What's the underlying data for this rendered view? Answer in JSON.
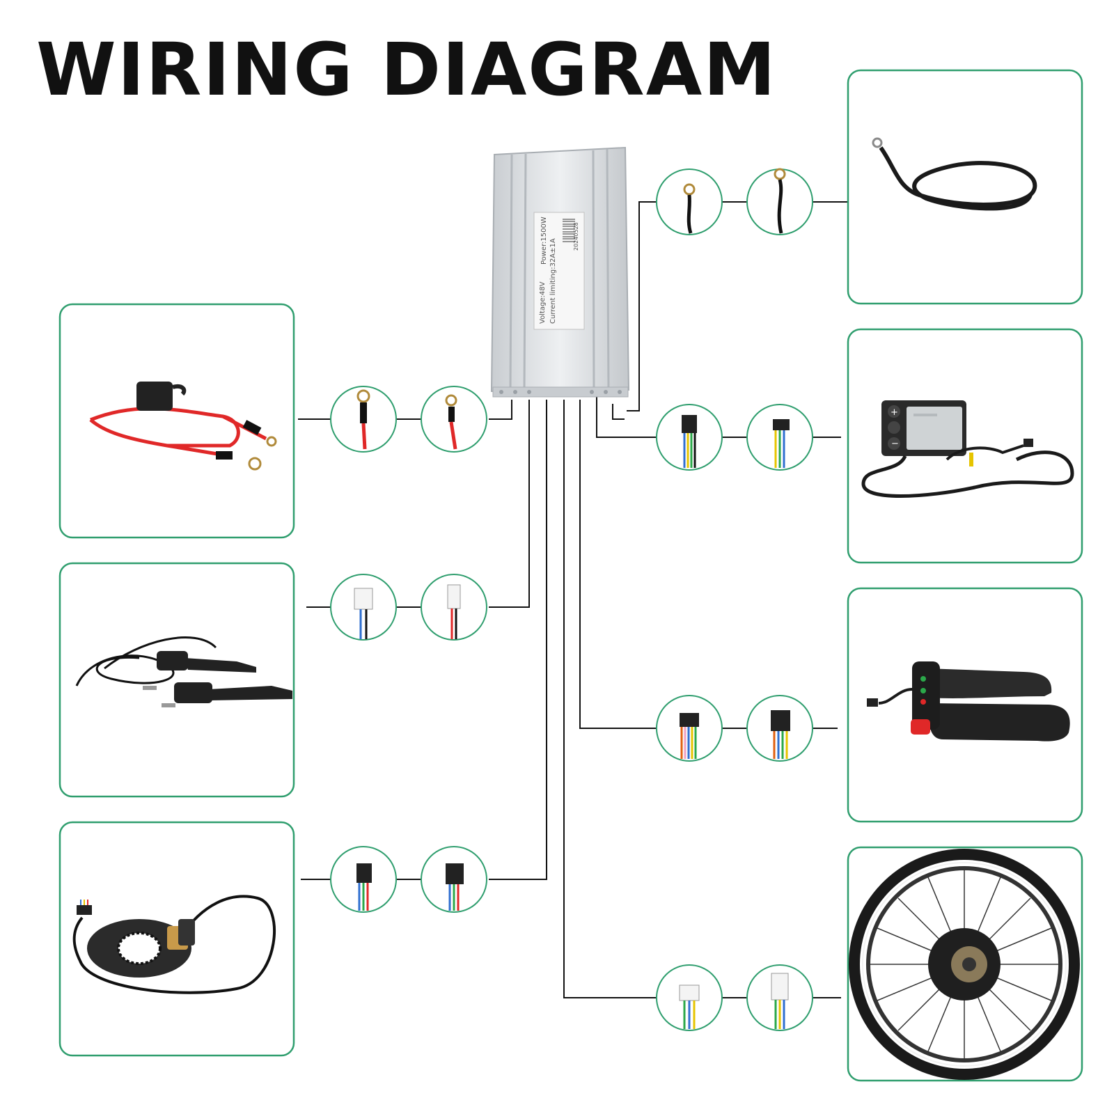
{
  "title": "WIRING DIAGRAM",
  "colors": {
    "frame_border": "#2f9e6e",
    "wire": "#111111",
    "controller": "#dcdfe2",
    "battery_wire": "#e02828",
    "tire": "#1a1a1a"
  },
  "controller": {
    "label_lines": [
      "Power:1500W",
      "Voltage:48V",
      "Current limiting:32A±1A",
      "20240528"
    ]
  },
  "components": [
    {
      "name": "battery-power-cable",
      "side": "left"
    },
    {
      "name": "brake-levers",
      "side": "left"
    },
    {
      "name": "pedal-assist-sensor",
      "side": "left"
    },
    {
      "name": "power-lock-cable",
      "side": "right"
    },
    {
      "name": "lcd-display",
      "side": "right"
    },
    {
      "name": "throttle-grips",
      "side": "right"
    },
    {
      "name": "motor-wheel",
      "side": "right"
    }
  ]
}
